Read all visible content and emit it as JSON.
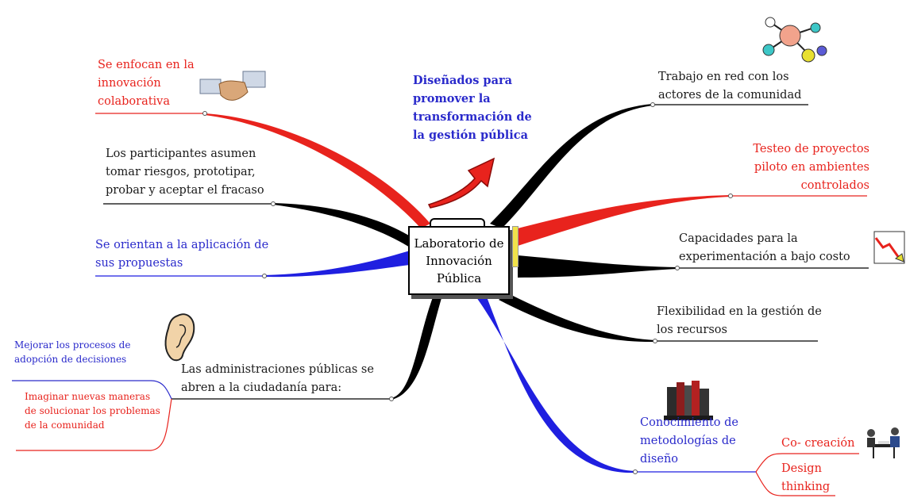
{
  "central": {
    "title": "Laboratorio de Innovación Pública"
  },
  "topics": [
    {
      "id": "t1",
      "text": "Se enfocan en la innovación colaborativa",
      "color": "#e8231d"
    },
    {
      "id": "t2",
      "text": "Los participantes asumen tomar riesgos, prototipar, probar y aceptar el fracaso",
      "color": "#1a1a1a"
    },
    {
      "id": "t3",
      "text": "Se orientan a la aplicación de sus propuestas",
      "color": "#2a2acb"
    },
    {
      "id": "t4",
      "text": "Las administraciones públicas se abren a la ciudadanía para:",
      "color": "#1a1a1a",
      "subtopics": [
        {
          "text": "Mejorar los procesos de adopción de decisiones",
          "color": "#2a2acb"
        },
        {
          "text": "Imaginar nuevas maneras de solucionar los problemas de la comunidad",
          "color": "#e8231d"
        }
      ]
    },
    {
      "id": "t5",
      "text": "Trabajo en red con los actores de la comunidad",
      "color": "#1a1a1a"
    },
    {
      "id": "t6",
      "text": "Testeo de proyectos piloto en ambientes controlados",
      "color": "#e8231d"
    },
    {
      "id": "t7",
      "text": "Capacidades para la experimentación a bajo costo",
      "color": "#1a1a1a"
    },
    {
      "id": "t8",
      "text": "Flexibilidad en la gestión de los recursos",
      "color": "#1a1a1a"
    },
    {
      "id": "t9",
      "text": "Conocimiento de metodologías de diseño",
      "color": "#2a2acb",
      "subtopics": [
        {
          "text": "Co- creación",
          "color": "#e8231d"
        },
        {
          "text": "Design thinking",
          "color": "#e8231d"
        }
      ]
    }
  ],
  "callout": {
    "text": "Diseñados para promover la transformación de la gestión pública",
    "color": "#2a2acb"
  },
  "icons": [
    "handshake-icon",
    "molecule-icon",
    "chart-down-icon",
    "ear-icon",
    "books-icon",
    "meeting-icon",
    "red-arrow-icon",
    "folder-icon"
  ]
}
